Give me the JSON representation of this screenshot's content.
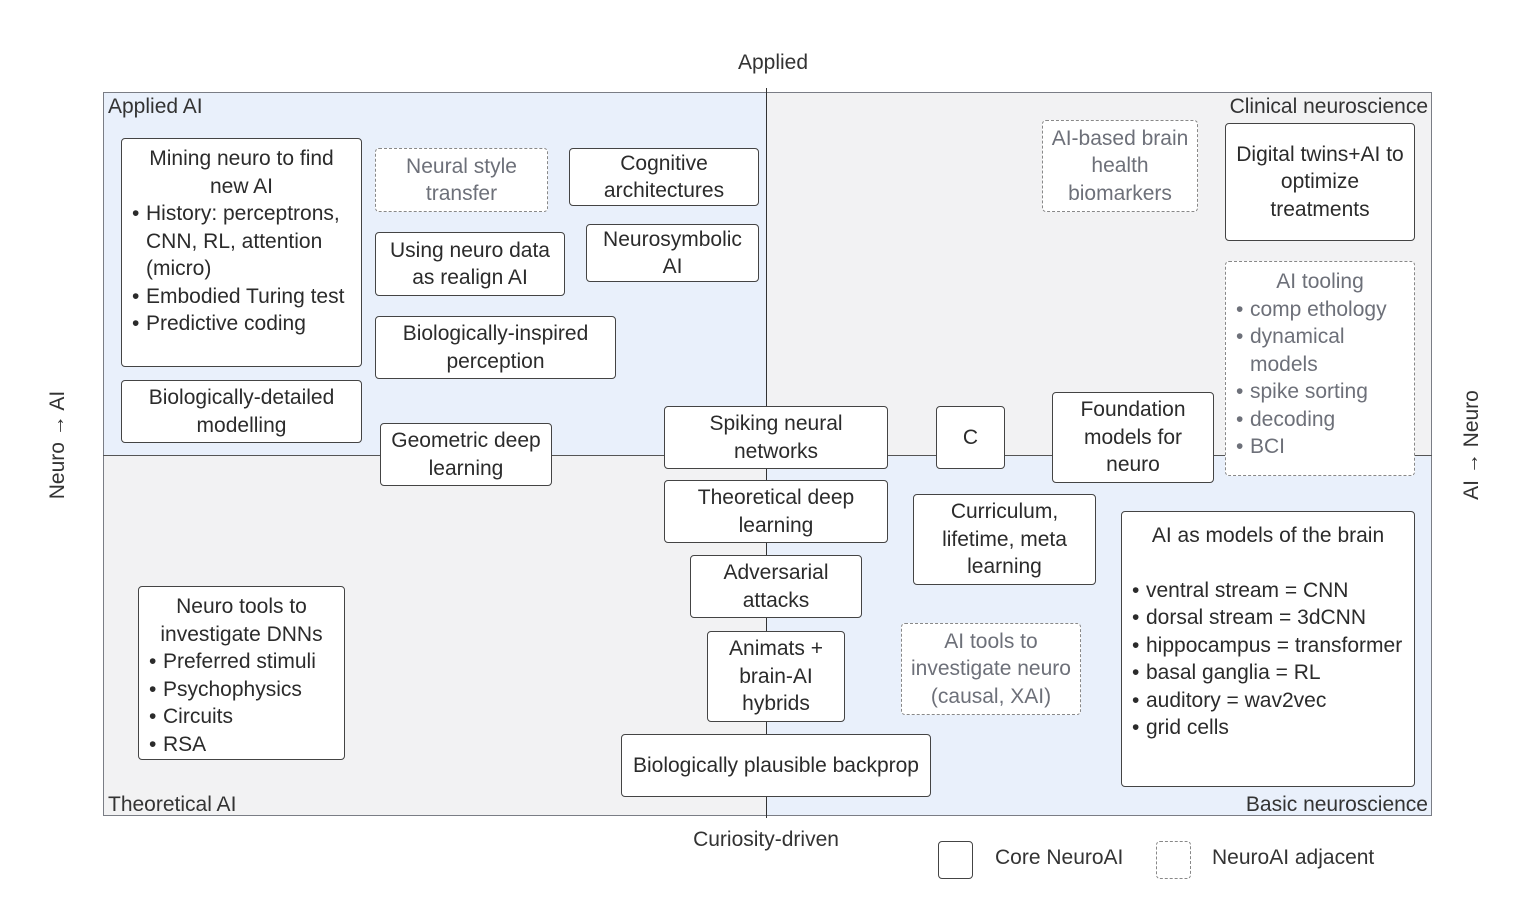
{
  "axes": {
    "top": "Applied",
    "bottom": "Curiosity-driven",
    "left": "Neuro → AI",
    "right": "AI → Neuro"
  },
  "quadrants": {
    "top_left": "Applied AI",
    "top_right": "Clinical neuroscience",
    "bottom_left": "Theoretical AI",
    "bottom_right": "Basic neuroscience"
  },
  "colors": {
    "applied_ai_bg": "#e9f0fb",
    "clinical_bg": "#f2f2f3",
    "theoretical_bg": "#f2f2f3",
    "basic_bg": "#e9f0fb",
    "core_border": "#444444",
    "adjacent_border": "#888888"
  },
  "boxes": [
    {
      "id": "mining",
      "type": "core",
      "title": "Mining neuro to find new AI",
      "bullets": [
        "History: perceptrons, CNN, RL, attention (micro)",
        "Embodied Turing test",
        "Predictive coding"
      ]
    },
    {
      "id": "style",
      "type": "adjacent",
      "title": "Neural style transfer"
    },
    {
      "id": "cognitive",
      "type": "core",
      "title": "Cognitive architectures"
    },
    {
      "id": "using",
      "type": "core",
      "title": "Using neuro data as realign AI"
    },
    {
      "id": "neurosym",
      "type": "core",
      "title": "Neurosymbolic AI"
    },
    {
      "id": "bioinspired",
      "type": "core",
      "title": "Biologically-inspired perception"
    },
    {
      "id": "biodetailed",
      "type": "core",
      "title": "Biologically-detailed modelling"
    },
    {
      "id": "geometric",
      "type": "core",
      "title": "Geometric deep learning"
    },
    {
      "id": "spiking",
      "type": "core",
      "title": "Spiking neural networks"
    },
    {
      "id": "c",
      "type": "core",
      "title": "C"
    },
    {
      "id": "foundation",
      "type": "core",
      "title": "Foundation models for neuro"
    },
    {
      "id": "aibased",
      "type": "adjacent",
      "title": "AI-based brain health biomarkers"
    },
    {
      "id": "digital",
      "type": "core",
      "title": "Digital twins+AI to optimize treatments"
    },
    {
      "id": "aitooling",
      "type": "adjacent",
      "title": "AI tooling",
      "bullets": [
        "comp ethology",
        "dynamical models",
        "spike sorting",
        "decoding",
        "BCI"
      ]
    },
    {
      "id": "theoretical",
      "type": "core",
      "title": "Theoretical deep learning"
    },
    {
      "id": "curriculum",
      "type": "core",
      "title": "Curriculum, lifetime, meta learning"
    },
    {
      "id": "aimodels",
      "type": "core",
      "title": "AI as models of the brain",
      "spacer": true,
      "bullets": [
        "ventral stream = CNN",
        "dorsal stream = 3dCNN",
        "hippocampus = transformer",
        "basal ganglia = RL",
        "auditory = wav2vec",
        "grid cells"
      ]
    },
    {
      "id": "adversarial",
      "type": "core",
      "title": "Adversarial attacks"
    },
    {
      "id": "aitools",
      "type": "adjacent",
      "title": "AI tools to investigate neuro (causal, XAI)"
    },
    {
      "id": "neurotools",
      "type": "core",
      "title": "Neuro tools to investigate DNNs",
      "bullets": [
        "Preferred stimuli",
        "Psychophysics",
        "Circuits",
        "RSA"
      ]
    },
    {
      "id": "animats",
      "type": "core",
      "title": "Animats + brain-AI hybrids"
    },
    {
      "id": "backprop",
      "type": "core",
      "title": "Biologically plausible backprop"
    }
  ],
  "legend": {
    "core": "Core NeuroAI",
    "adjacent": "NeuroAI adjacent"
  }
}
